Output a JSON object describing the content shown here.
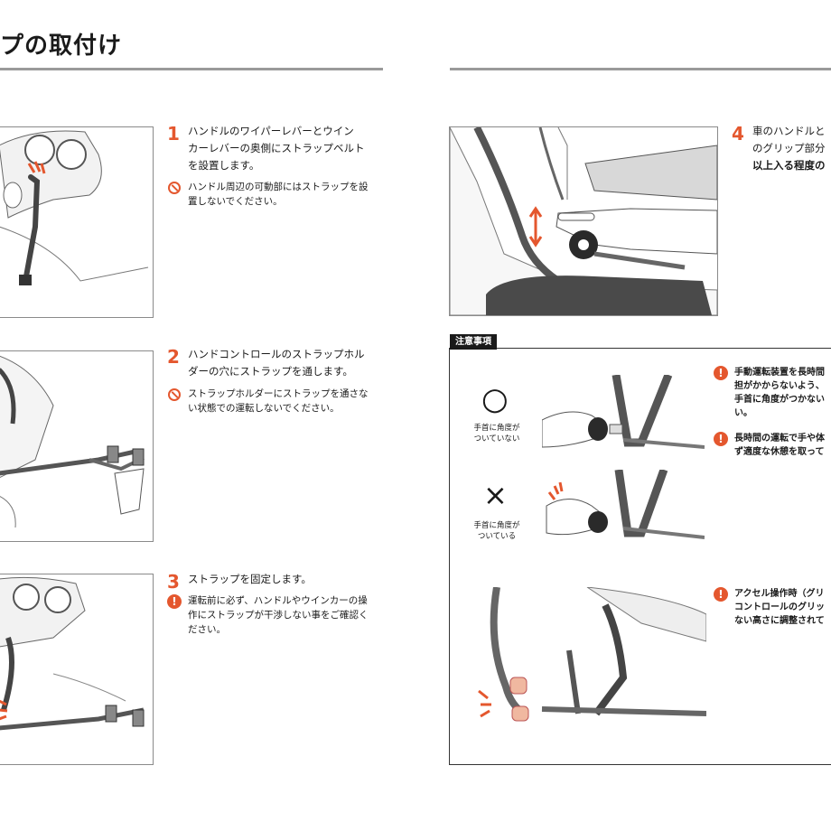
{
  "page": {
    "title": "プの取付け"
  },
  "steps": [
    {
      "num": "1",
      "text_lines": [
        "ハンドルのワイパーレバーとウイン",
        "カーレバーの奥側にストラップベルト",
        "を設置します。"
      ],
      "note_lines": [
        "ハンドル周辺の可動部にはストラップを設",
        "置しないでください。"
      ],
      "note_icon": "prohibited-icon"
    },
    {
      "num": "2",
      "text_lines": [
        "ハンドコントロールのストラップホル",
        "ダーの穴にストラップを通します。"
      ],
      "note_lines": [
        "ストラップホルダーにストラップを通さな",
        "い状態での運転しないでください。"
      ],
      "note_icon": "prohibited-icon"
    },
    {
      "num": "3",
      "text_lines": [
        "ストラップを固定します。"
      ],
      "note_lines": [
        "運転前に必ず、ハンドルやウインカーの操",
        "作にストラップが干渉しない事をご確認く",
        "ださい。"
      ],
      "note_icon": "warning-icon"
    },
    {
      "num": "4",
      "text_lines": [
        "車のハンドルと",
        "のグリップ部分",
        "以上入る程度の"
      ]
    }
  ],
  "caution": {
    "tag": "注意事項",
    "good_symbol": "○",
    "good_caption_lines": [
      "手首に角度が",
      "ついていない"
    ],
    "bad_symbol": "×",
    "bad_caption_lines": [
      "手首に角度が",
      "ついている"
    ],
    "notes": [
      {
        "lines": [
          "手動運転装置を長時間",
          "担がかからないよう、",
          "手首に角度がつかない",
          "い。"
        ]
      },
      {
        "lines": [
          "長時間の運転で手や体",
          "ず適度な休憩を取って"
        ]
      },
      {
        "lines": [
          "アクセル操作時（グリ",
          "コントロールのグリッ",
          "ない高さに調整されて"
        ]
      }
    ]
  },
  "colors": {
    "accent": "#e4572e",
    "rule": "#9a9a9a",
    "strap": "#4a4a4a"
  }
}
